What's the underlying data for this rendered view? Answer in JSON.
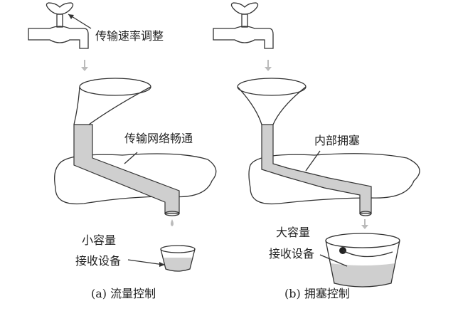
{
  "left": {
    "faucet_label": "传输速率调整",
    "network_label": "传输网络畅通",
    "receiver_label_line1": "小容量",
    "receiver_label_line2": "接收设备",
    "caption": "(a) 流量控制"
  },
  "right": {
    "network_label": "内部拥塞",
    "receiver_label_line1": "大容量",
    "receiver_label_line2": "接收设备",
    "caption": "(b) 拥塞控制"
  },
  "colors": {
    "line": "#333333",
    "water": "#cfcfcf",
    "arrow": "#bbbbbb"
  }
}
